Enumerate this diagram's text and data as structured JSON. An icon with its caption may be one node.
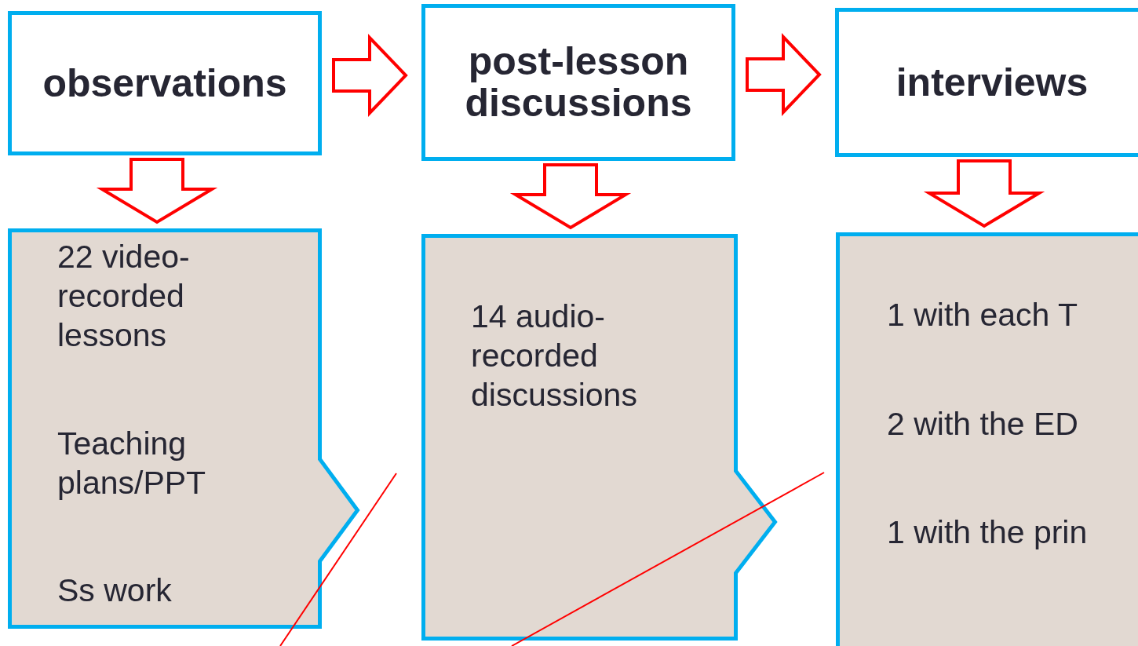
{
  "diagram": {
    "nodes": [
      {
        "text": [
          "observations"
        ]
      },
      {
        "text": [
          "post-lesson discussions"
        ]
      },
      {
        "text": [
          "interviews"
        ]
      },
      {
        "text": [
          "22 video-recorded lessons",
          "Teaching plans/PPT",
          "Ss work"
        ]
      },
      {
        "text": [
          "14 audio-recorded discussions"
        ]
      },
      {
        "text": [
          "1 with each T",
          "2 with the ED",
          "1 with the prin"
        ]
      }
    ],
    "edges": [
      {
        "from": 0,
        "to": 1,
        "arrow": "to"
      },
      {
        "from": 1,
        "to": 2,
        "arrow": "to"
      },
      {
        "from": 0,
        "to": 3,
        "arrow": "to"
      },
      {
        "from": 1,
        "to": 4,
        "arrow": "to"
      },
      {
        "from": 2,
        "to": 5,
        "arrow": "to"
      }
    ]
  }
}
